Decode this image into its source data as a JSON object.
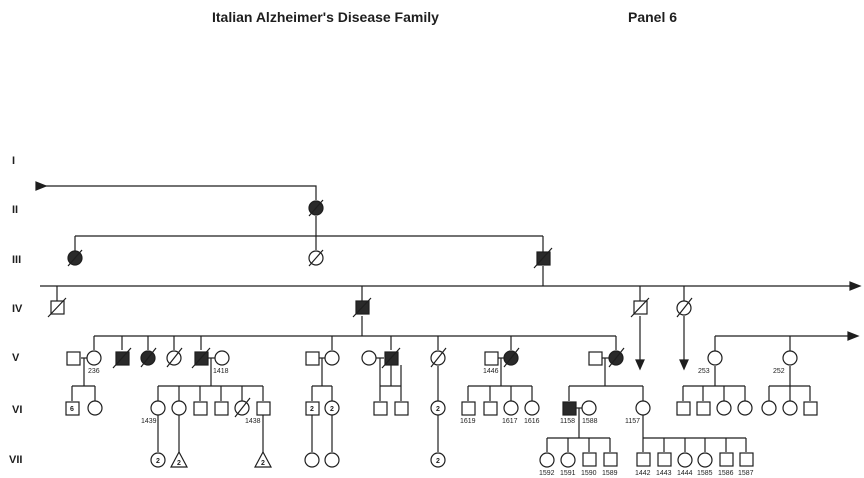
{
  "title": "Italian Alzheimer's Disease Family",
  "panel": "Panel 6",
  "colors": {
    "ink": "#1e1e1e",
    "affected": "#2a2a2a",
    "paper": "#ffffff"
  },
  "generations": [
    "I",
    "II",
    "III",
    "IV",
    "V",
    "VI",
    "VII"
  ],
  "id_labels": {
    "v_236": "236",
    "v_1418": "1418",
    "v_1446": "1446",
    "v_253": "253",
    "v_252": "252",
    "vi_1439": "1439",
    "vi_1438": "1438",
    "vi_1619": "1619",
    "vi_1617": "1617",
    "vi_1616": "1616",
    "vi_1158": "1158",
    "vi_1588": "1588",
    "vi_1157": "1157",
    "vii_1592": "1592",
    "vii_1591": "1591",
    "vii_1590": "1590",
    "vii_1589": "1589",
    "vii_1442": "1442",
    "vii_1443": "1443",
    "vii_1444": "1444",
    "vii_1585": "1585",
    "vii_1586": "1586",
    "vii_1587": "1587"
  },
  "counts": {
    "vi_sibs_6": "6",
    "vi_sq_2": "2",
    "vi_ci_2": "2",
    "vi_ci_2b": "2",
    "vii_ci_2": "2",
    "vii_tri_2": "2",
    "vii_tri_2b": "2",
    "vii_ci_2c": "2"
  }
}
